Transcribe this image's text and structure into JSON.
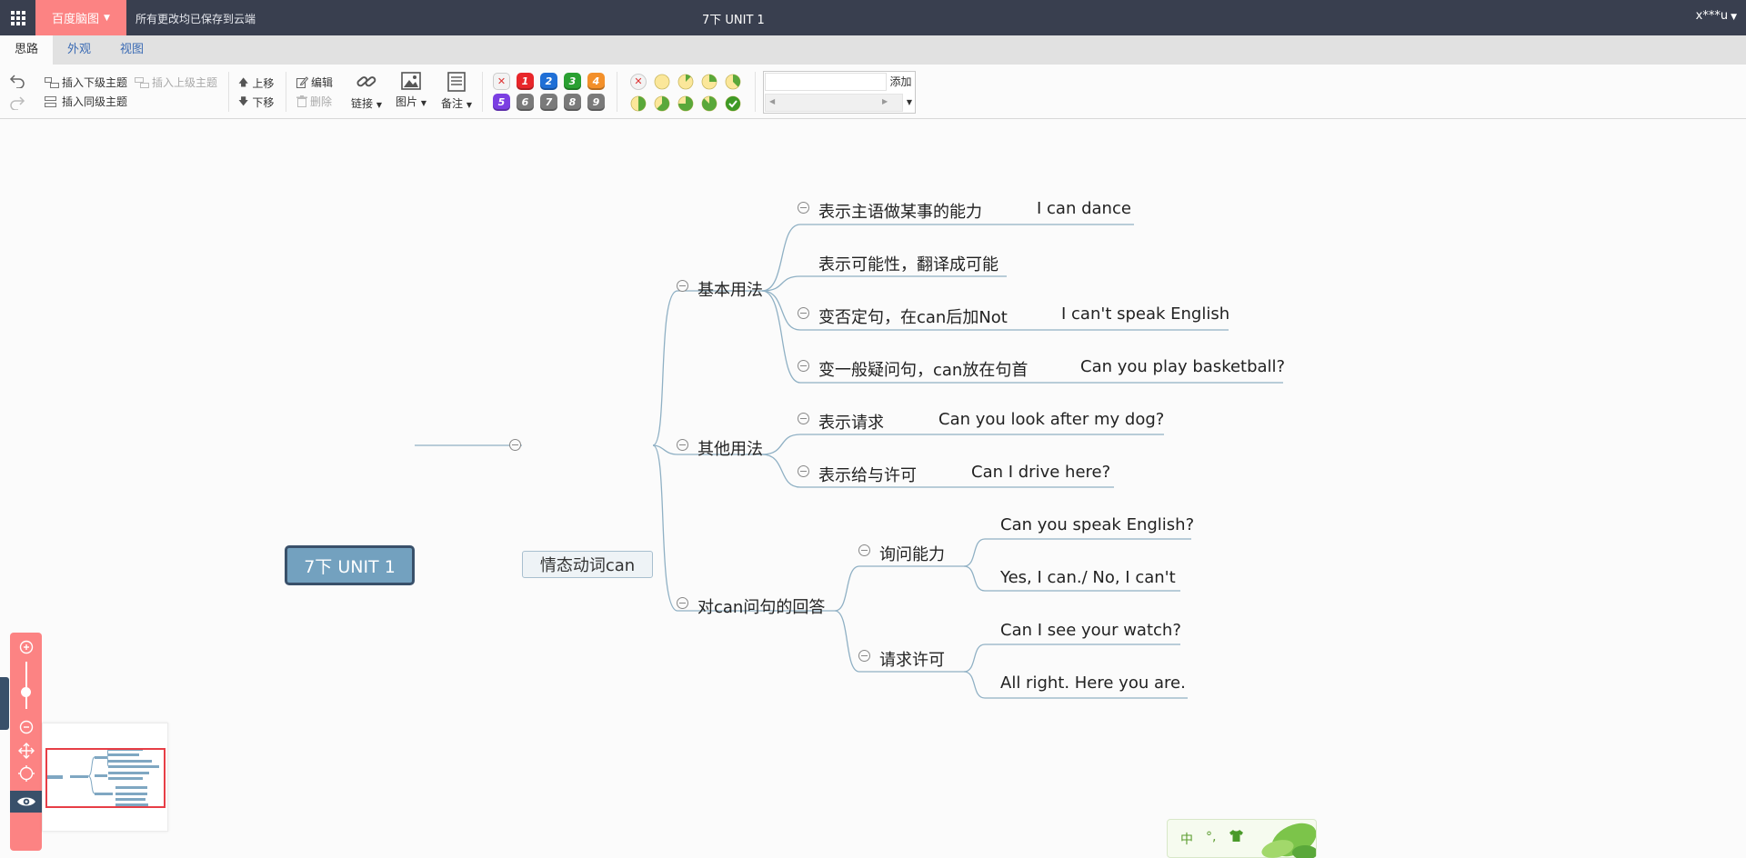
{
  "topbar": {
    "brand": "百度脑图",
    "save_status": "所有更改均已保存到云端",
    "title": "7下 UNIT 1",
    "user": "x***u"
  },
  "tabs": [
    "思路",
    "外观",
    "视图"
  ],
  "toolbar": {
    "insert_child": "插入下级主题",
    "insert_parent": "插入上级主题",
    "insert_sibling": "插入同级主题",
    "move_up": "上移",
    "move_down": "下移",
    "edit": "编辑",
    "delete": "删除",
    "link": "链接",
    "image": "图片",
    "note": "备注",
    "resource_add": "添加",
    "resource_placeholder": ""
  },
  "priority": {
    "clear_icon": "x-icon",
    "items": [
      {
        "label": "1",
        "color": "#e8262a"
      },
      {
        "label": "2",
        "color": "#1f6fd6"
      },
      {
        "label": "3",
        "color": "#2aa032"
      },
      {
        "label": "4",
        "color": "#f3902a"
      },
      {
        "label": "5",
        "color": "#7b3fe2"
      },
      {
        "label": "6",
        "color": "#7a7a7a"
      },
      {
        "label": "7",
        "color": "#7a7a7a"
      },
      {
        "label": "8",
        "color": "#7a7a7a"
      },
      {
        "label": "9",
        "color": "#7a7a7a"
      }
    ]
  },
  "progress": {
    "levels": [
      0,
      0.125,
      0.25,
      0.375,
      0.5,
      0.625,
      0.75,
      0.875,
      1
    ]
  },
  "mindmap": {
    "root": "7下 UNIT 1",
    "main": "情态动词can",
    "branches": [
      {
        "label": "基本用法",
        "children": [
          {
            "label": "表示主语做某事的能力",
            "example": "I can dance"
          },
          {
            "label": "表示可能性，翻译成可能",
            "example": ""
          },
          {
            "label": "变否定句，在can后加Not",
            "example": "I can't speak English"
          },
          {
            "label": "变一般疑问句，can放在句首",
            "example": "Can you play basketball?"
          }
        ]
      },
      {
        "label": "其他用法",
        "children": [
          {
            "label": "表示请求",
            "example": "Can you look after my dog?"
          },
          {
            "label": "表示给与许可",
            "example": "Can I drive here?"
          }
        ]
      },
      {
        "label": "对can问句的回答",
        "children": [
          {
            "label": "询问能力",
            "examples": [
              "Can you speak English?",
              "Yes, I can./ No, I can't"
            ]
          },
          {
            "label": "请求许可",
            "examples": [
              "Can I see your watch?",
              "All right. Here you are."
            ]
          }
        ]
      }
    ]
  },
  "ime": {
    "mode": "中",
    "punct": "°,",
    "skin_icon": "shirt-icon"
  },
  "colors": {
    "topbar": "#393f4f",
    "brand": "#fc8383",
    "root_fill": "#73a1bf",
    "root_border": "#39506a",
    "link": "#8fb0c4"
  }
}
